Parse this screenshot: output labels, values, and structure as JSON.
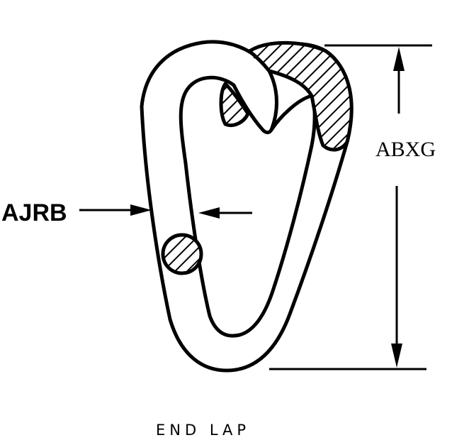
{
  "diagram": {
    "left_dimension_label": "AJRB",
    "right_dimension_label": "ABXG",
    "caption": "END LAP",
    "colors": {
      "ink": "#000000",
      "paper": "#ffffff"
    }
  }
}
